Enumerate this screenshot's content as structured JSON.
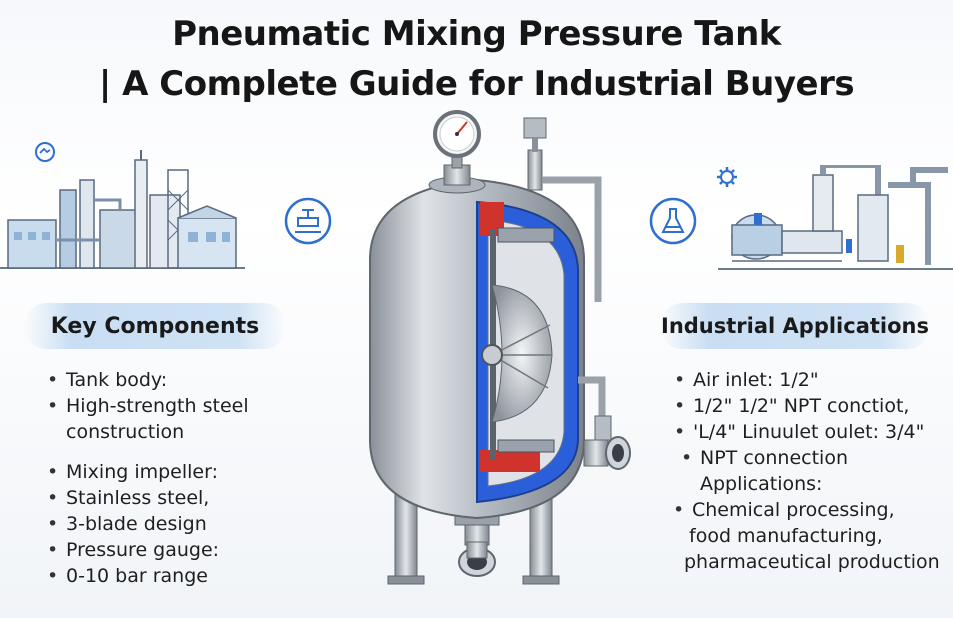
{
  "title": {
    "line1": "Pneumatic Mixing Pressure Tank",
    "line2": "| A Complete Guide for Industrial Buyers"
  },
  "left_panel": {
    "heading": "Key Components",
    "items": [
      "Tank body:",
      "High-strength steel",
      "construction",
      "Mixing impeller:",
      "Stainless steel,",
      "3-blade design",
      "Pressure gauge:",
      "0-10 bar range"
    ]
  },
  "right_panel": {
    "heading": "Industrial Applications",
    "items": [
      "Air inlet: 1/2\"",
      "1/2\" 1/2\" NPT conctiot,",
      "'L/4\" Linuulet oulet: 3/4\"",
      "NPT connection",
      "Applications:",
      "Chemical processing,",
      "food manufacturing,",
      "pharmaceutical production"
    ]
  },
  "icons": {
    "top_left": "gear-globe-icon",
    "mid_left": "valve-icon",
    "mid_right": "flask-icon",
    "top_right": "gear-icon"
  },
  "colors": {
    "accent_blue": "#2f6fd0",
    "pill_bg": "#cfe2f5",
    "steel": "#b9bec5",
    "interior_blue": "#2b5fd9",
    "interior_red": "#d0332b"
  }
}
